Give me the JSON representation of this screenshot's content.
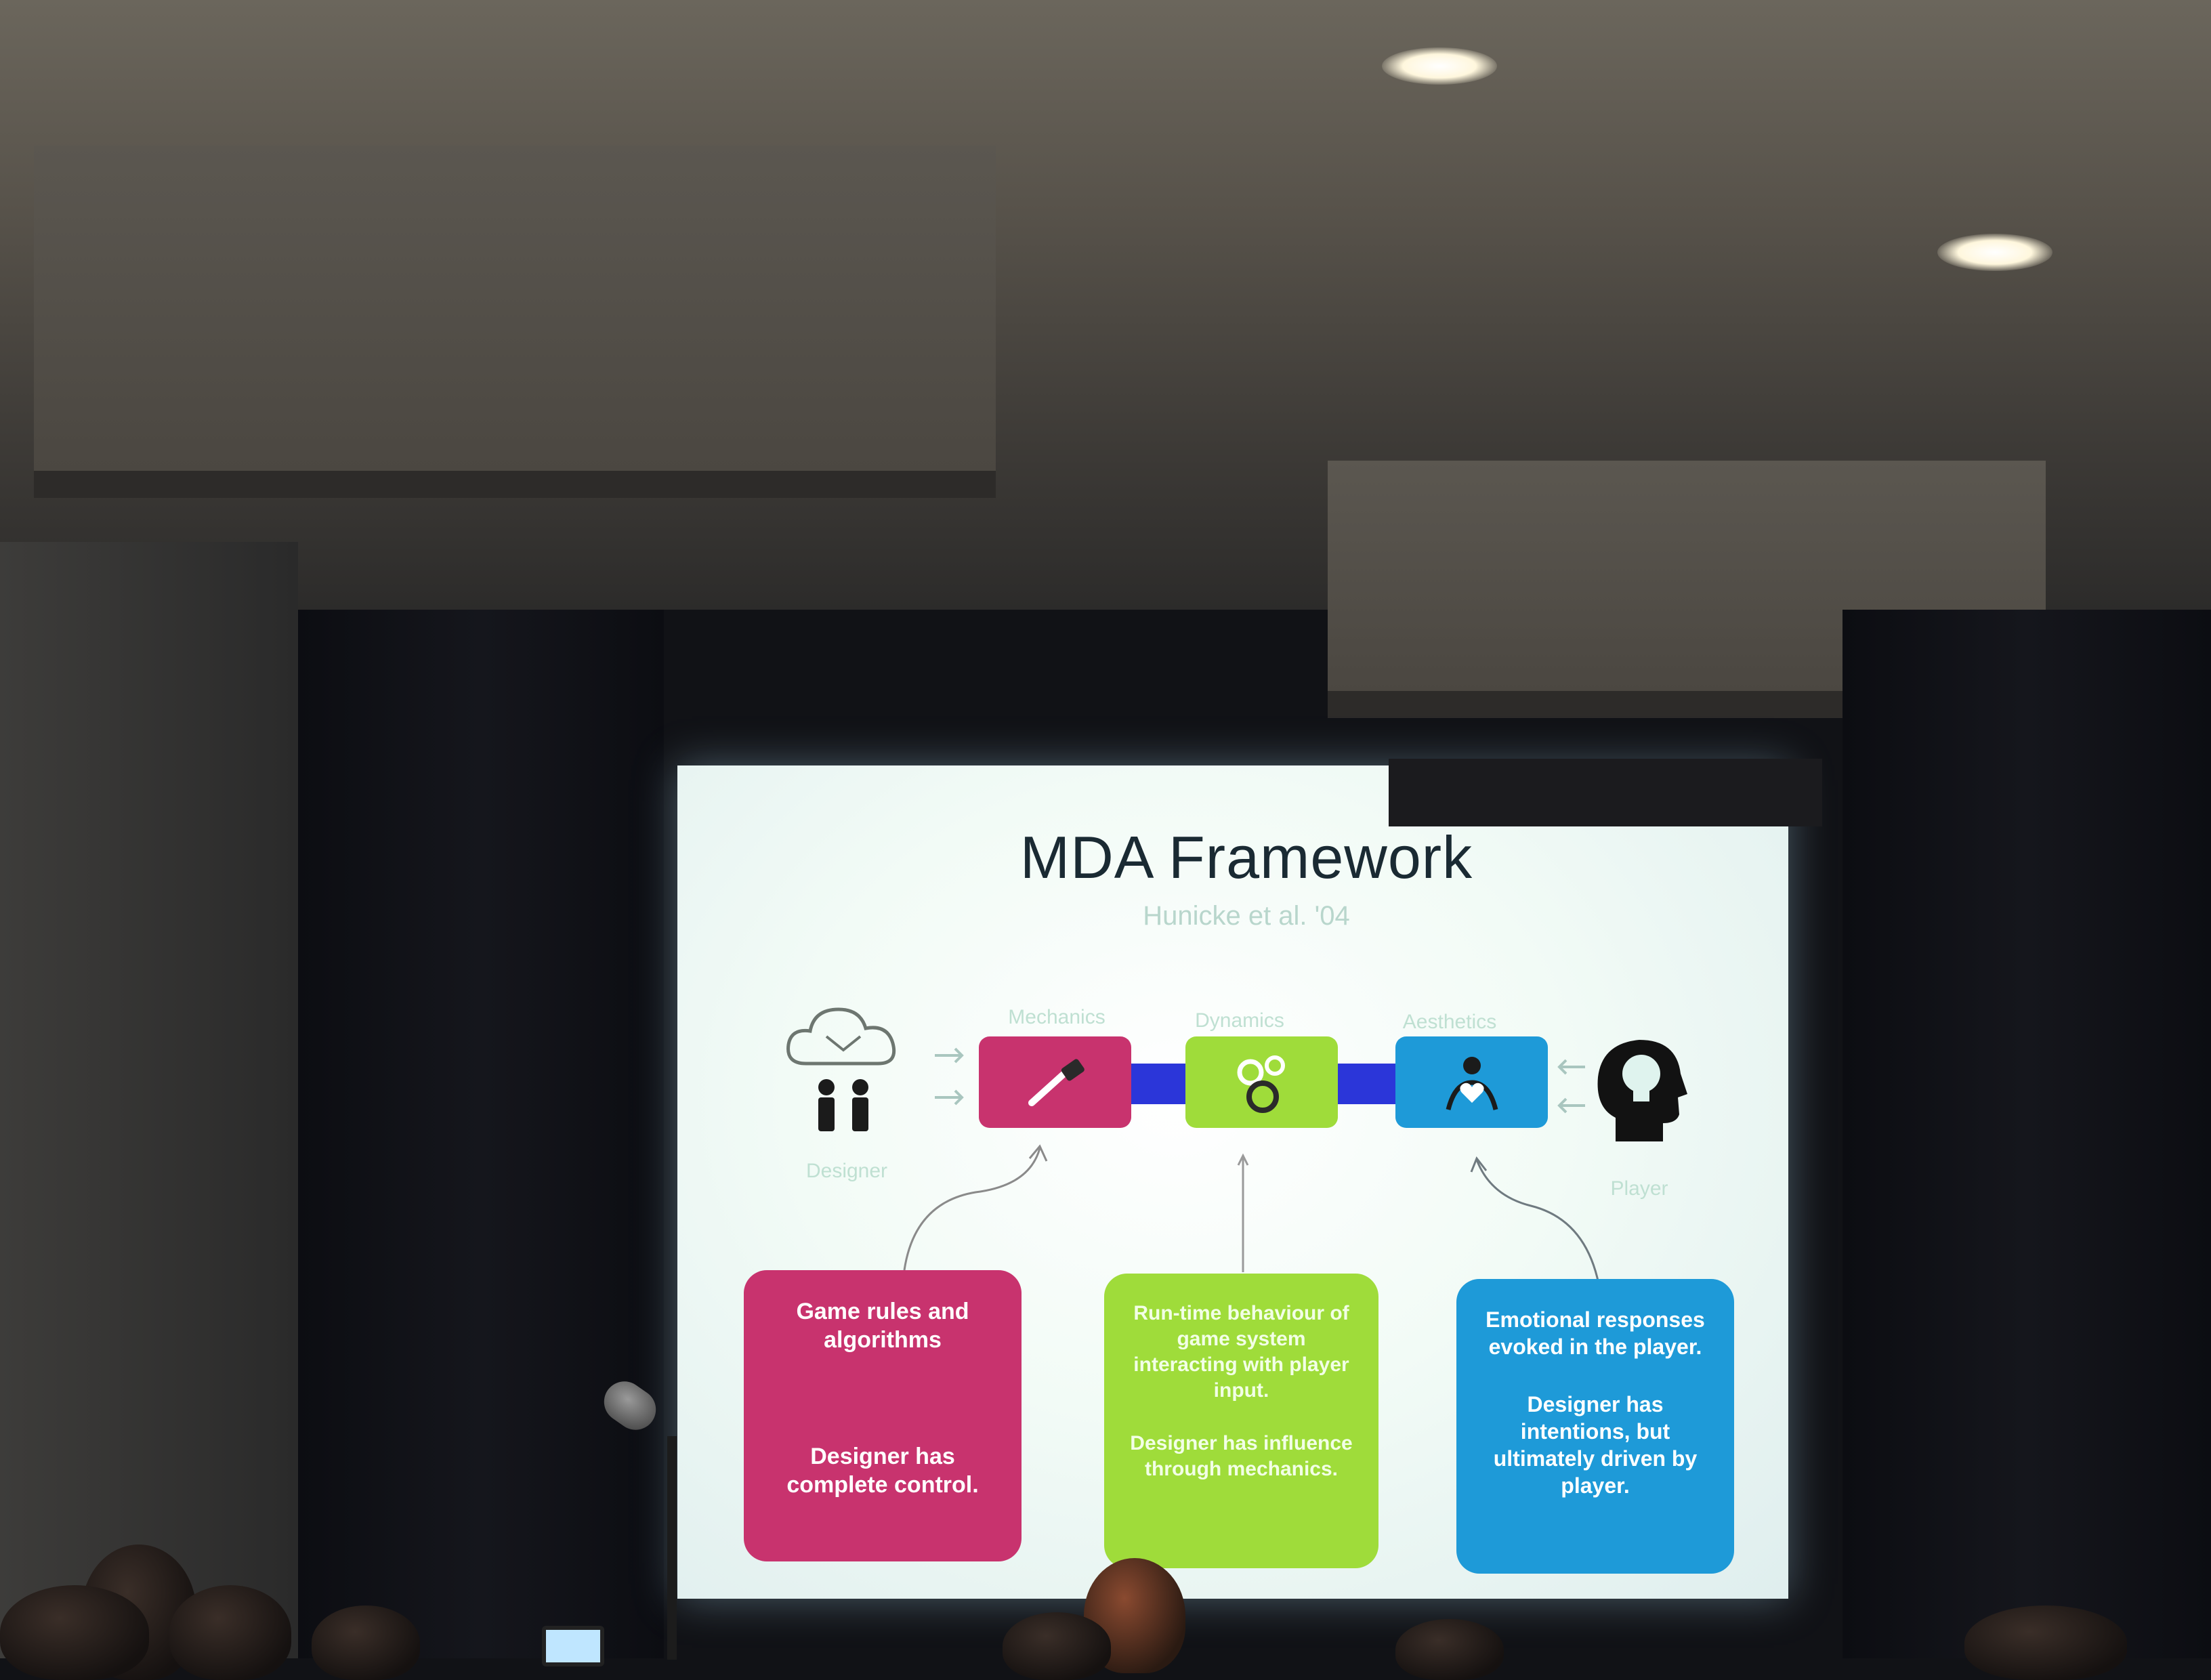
{
  "slide": {
    "title": "MDA Framework",
    "subtitle": "Hunicke et al. '04"
  },
  "diagram": {
    "designer_label": "Designer",
    "player_label": "Player",
    "mechanics_label": "Mechanics",
    "dynamics_label": "Dynamics",
    "aesthetics_label": "Aesthetics",
    "colors": {
      "mechanics": "#c8336e",
      "dynamics": "#9fdc3a",
      "aesthetics": "#1e9ad8",
      "connector": "#2b36d9"
    },
    "icons": {
      "designer": "cloud-people-icon",
      "mechanics": "wrench-icon",
      "dynamics": "gears-icon",
      "aesthetics": "person-heart-icon",
      "player": "head-lightbulb-icon"
    }
  },
  "cards": {
    "mechanics": {
      "line1": "Game rules and algorithms",
      "line2": "Designer has complete control."
    },
    "dynamics": {
      "line1": "Run-time behaviour of game system interacting with player input.",
      "line2": "Designer has influence through mechanics."
    },
    "aesthetics": {
      "line1": "Emotional responses evoked in the player.",
      "line2": "Designer has intentions, but ultimately driven by player."
    }
  }
}
